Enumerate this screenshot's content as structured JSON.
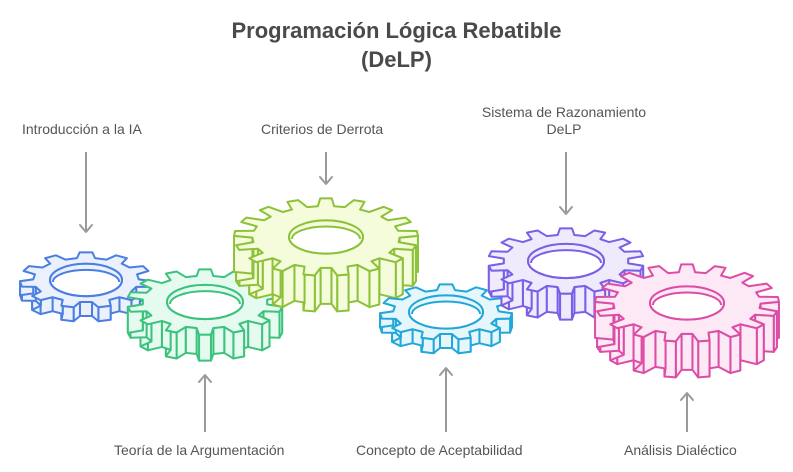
{
  "title": {
    "line1": "Programación Lógica Rebatible",
    "line2": "(DeLP)"
  },
  "gears": [
    {
      "id": "intro-ia",
      "label": "Introducción a la IA",
      "label_position": "top",
      "stroke": "#4a7fe0",
      "fill": "#eaf1fd",
      "teeth": 11
    },
    {
      "id": "teoria-argumentacion",
      "label": "Teoría de la Argumentación",
      "label_position": "bottom",
      "stroke": "#3dc27e",
      "fill": "#e6fbf0",
      "teeth": 14
    },
    {
      "id": "criterios-derrota",
      "label": "Criterios de Derrota",
      "label_position": "top",
      "stroke": "#8ec13a",
      "fill": "#f4fcdc",
      "teeth": 17
    },
    {
      "id": "concepto-aceptabilidad",
      "label": "Concepto de Aceptabilidad",
      "label_position": "bottom",
      "stroke": "#22a7d8",
      "fill": "#e6f6fd",
      "teeth": 11
    },
    {
      "id": "sistema-razonamiento",
      "label_line1": "Sistema de Razonamiento",
      "label_line2": "DeLP",
      "label_position": "top",
      "stroke": "#7b5fe6",
      "fill": "#efebfd",
      "teeth": 14
    },
    {
      "id": "analisis-dialectico",
      "label": "Análisis Dialéctico",
      "label_position": "bottom",
      "stroke": "#dc4ea6",
      "fill": "#fde8f5",
      "teeth": 17
    }
  ],
  "arrow_color": "#9a9a9a"
}
